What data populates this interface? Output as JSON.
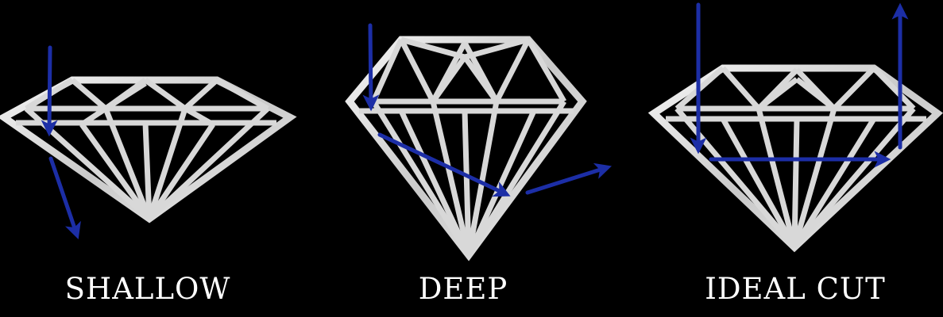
{
  "labels": {
    "shallow": "SHALLOW",
    "deep": "DEEP",
    "ideal": "IDEAL CUT"
  },
  "colors": {
    "background": "#000000",
    "diamond_fill": "#d8d8d8",
    "arrow": "#1c2ea6",
    "label_text": "#ffffff"
  }
}
